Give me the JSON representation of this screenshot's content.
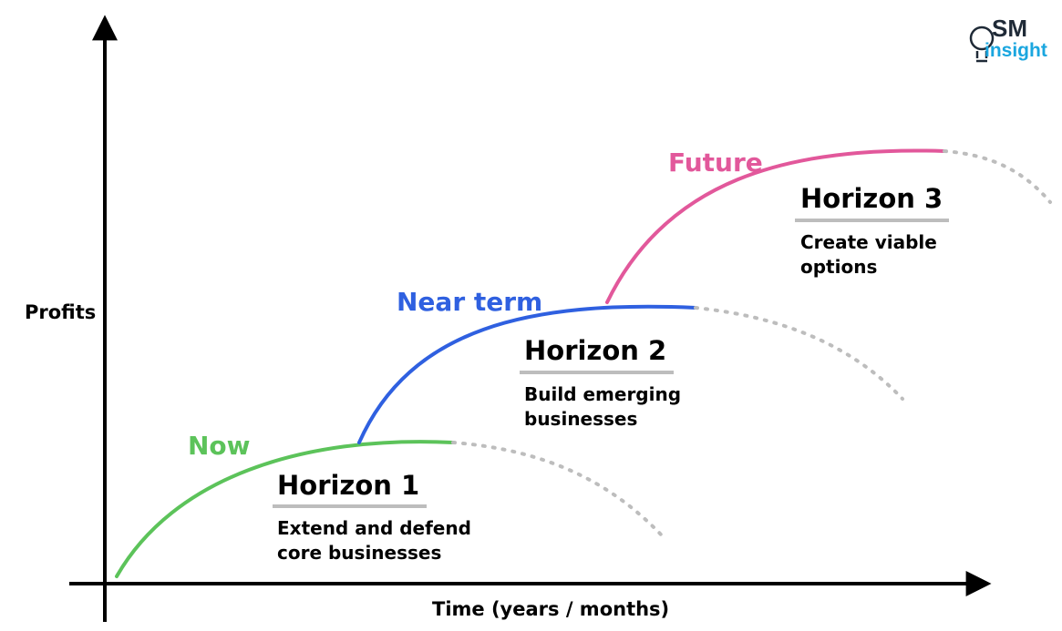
{
  "axes": {
    "y_label": "Profits",
    "x_label": "Time (years / months)"
  },
  "logo": {
    "line1": "SM",
    "line2": "insight",
    "colors": {
      "dark": "#1f2a37",
      "accent": "#1aa6df"
    }
  },
  "horizons": [
    {
      "phase": "Now",
      "title": "Horizon 1",
      "desc_line1": "Extend and defend",
      "desc_line2": "core businesses",
      "color": "#5cc35a"
    },
    {
      "phase": "Near term",
      "title": "Horizon 2",
      "desc_line1": "Build emerging",
      "desc_line2": "businesses",
      "color": "#2f60e0"
    },
    {
      "phase": "Future",
      "title": "Horizon 3",
      "desc_line1": "Create viable",
      "desc_line2": "options",
      "color": "#e2589b"
    }
  ],
  "colors": {
    "axis": "#000000",
    "divider": "#bdbdbd",
    "dotted": "#bdbdbd",
    "text": "#000000"
  }
}
